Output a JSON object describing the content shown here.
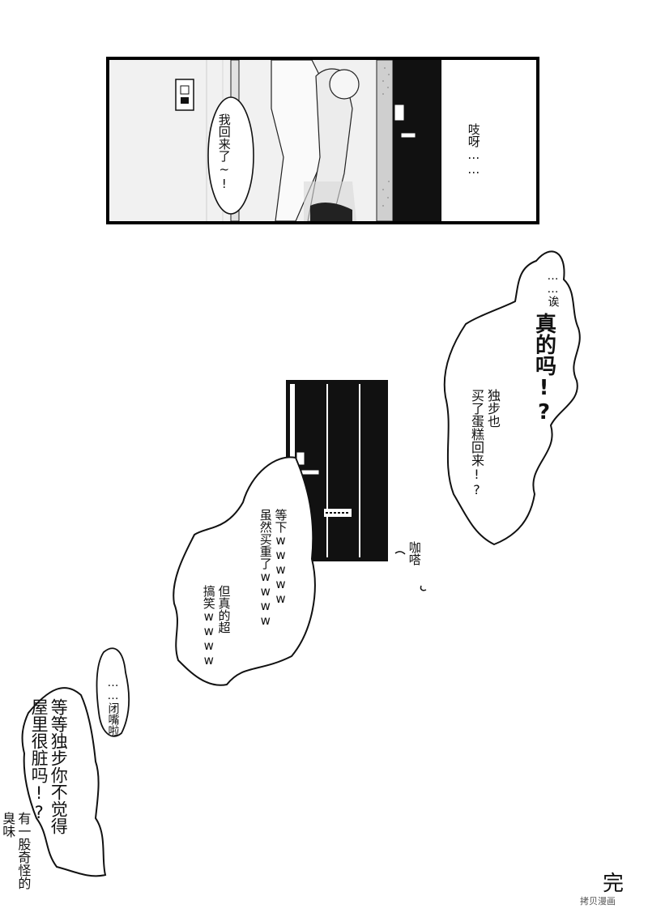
{
  "panel": {
    "bubble_text": "我回来了~!",
    "sfx_text": "吱呀……"
  },
  "bubbles": {
    "right_top": {
      "line1": "……诶",
      "line2": "真的吗!?",
      "line3": "独步也\n买了蛋糕回来!?"
    },
    "middle": {
      "line1": "等下wwwww\n虽然买重了wwww",
      "line2": "但真的超\n搞笑wwww"
    },
    "small_left": {
      "text": "……闭嘴啦"
    },
    "bottom_left": {
      "text": "等等独步你不觉得\n屋里很脏吗!?"
    },
    "edge_left": {
      "text": "有一股奇怪的\n臭味"
    }
  },
  "sfx": {
    "door_click": "咖嗒"
  },
  "corner": {
    "glyph": "完",
    "watermark": "拷贝漫画"
  }
}
